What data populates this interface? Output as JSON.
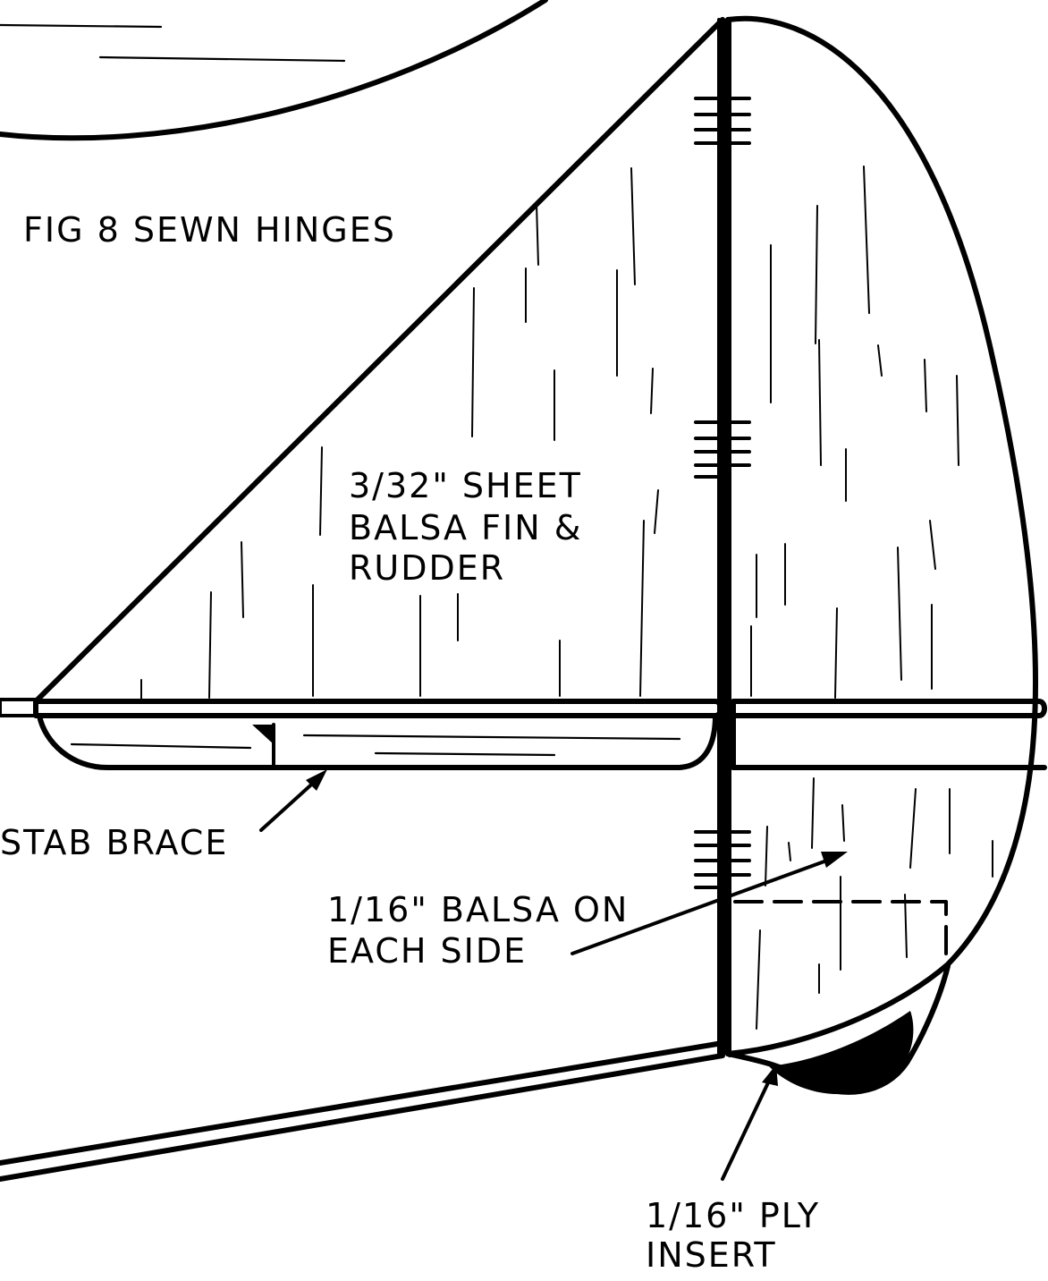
{
  "figure": {
    "title": "FIG 8 SEWN HINGES"
  },
  "labels": {
    "fin_line1": "3/32\" SHEET",
    "fin_line2": "BALSA FIN &",
    "fin_line3": "RUDDER",
    "stab_brace": "STAB BRACE",
    "balsa_line1": "1/16\" BALSA ON",
    "balsa_line2": "EACH SIDE",
    "ply_line1": "1/16\" PLY",
    "ply_line2": "INSERT"
  },
  "colors": {
    "ink": "#000000",
    "paper": "#ffffff"
  }
}
